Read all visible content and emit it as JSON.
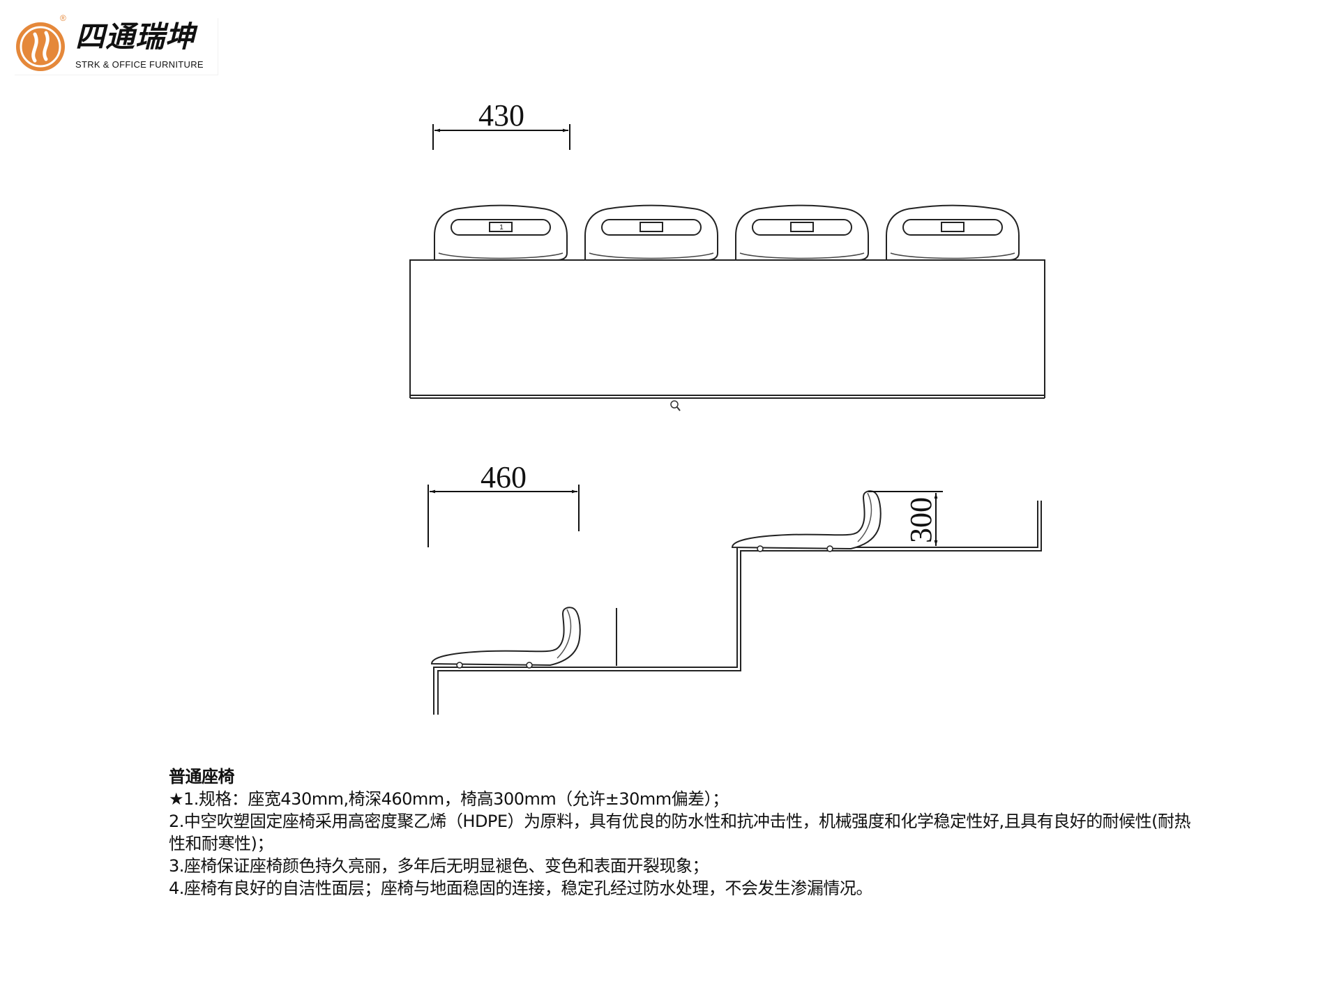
{
  "logo": {
    "name_cn": "四通瑞坤",
    "name_en": "STRK & OFFICE FURNITURE",
    "registered": "®",
    "brand_color": "#e5883a"
  },
  "drawing": {
    "top_view_width_label": "430",
    "side_view_depth_label": "460",
    "side_view_height_label": "300",
    "seat_number_label": "1"
  },
  "spec": {
    "title": "普通座椅",
    "lines": [
      "★1.规格：座宽430mm,椅深460mm，椅高300mm（允许±30mm偏差）；",
      "2.中空吹塑固定座椅采用高密度聚乙烯（HDPE）为原料，具有优良的防水性和抗冲击性，机械强度和化学稳定性好,且具有良好的耐候性(耐热性和耐寒性)；",
      "3.座椅保证座椅颜色持久亮丽，多年后无明显褪色、变色和表面开裂现象；",
      "4.座椅有良好的自洁性面层；座椅与地面稳固的连接，稳定孔经过防水处理，不会发生渗漏情况。"
    ]
  }
}
